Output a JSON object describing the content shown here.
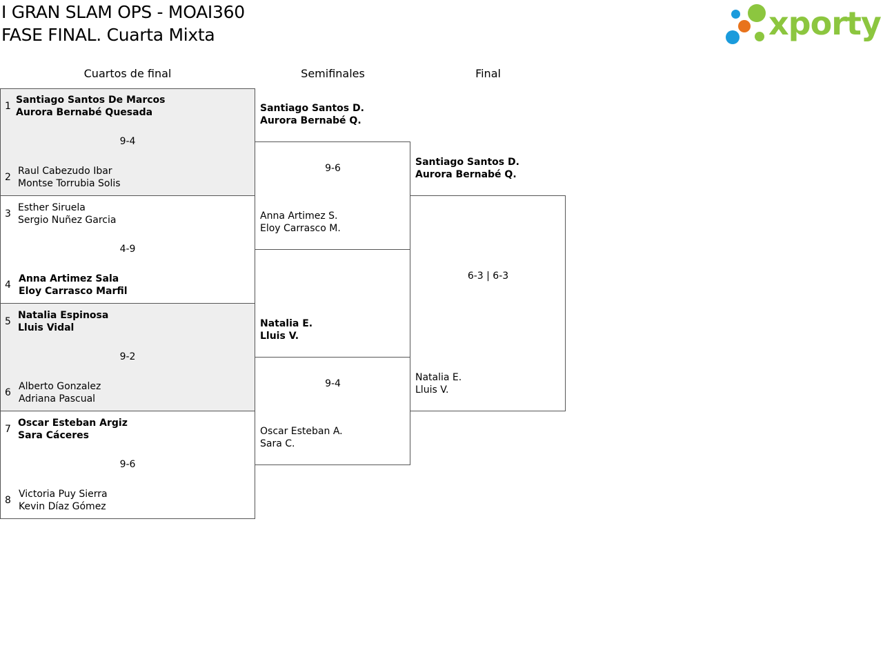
{
  "header": {
    "title_line1": "I GRAN SLAM OPS - MOAI360",
    "title_line2": "FASE FINAL. Cuarta Mixta",
    "logo_text": "xporty",
    "logo_colors": {
      "green": "#8cc63f",
      "blue": "#1a9bdc",
      "orange": "#e8731c"
    }
  },
  "rounds": {
    "quarterfinals": "Cuartos de final",
    "semifinals": "Semifinales",
    "final": "Final"
  },
  "quarterfinals": [
    {
      "seed_a": "1",
      "a1": "Santiago Santos De Marcos",
      "a2": "Aurora Bernabé Quesada",
      "score": "9-4",
      "seed_b": "2",
      "b1": "Raul Cabezudo Ibar",
      "b2": "Montse Torrubia Solis",
      "winner": "a"
    },
    {
      "seed_a": "3",
      "a1": "Esther Siruela",
      "a2": "Sergio Nuñez Garcia",
      "score": "4-9",
      "seed_b": "4",
      "b1": "Anna Artimez Sala",
      "b2": "Eloy Carrasco Marfil",
      "winner": "b"
    },
    {
      "seed_a": "5",
      "a1": "Natalia Espinosa",
      "a2": "Lluis Vidal",
      "score": "9-2",
      "seed_b": "6",
      "b1": "Alberto Gonzalez",
      "b2": "Adriana Pascual",
      "winner": "a"
    },
    {
      "seed_a": "7",
      "a1": "Oscar Esteban Argiz",
      "a2": "Sara Cáceres",
      "score": "9-6",
      "seed_b": "8",
      "b1": "Victoria Puy Sierra",
      "b2": "Kevin Díaz Gómez",
      "winner": "a"
    }
  ],
  "semifinals": [
    {
      "a1": "Santiago Santos D.",
      "a2": "Aurora Bernabé Q.",
      "score": "9-6",
      "b1": "Anna Artimez S.",
      "b2": "Eloy Carrasco M.",
      "winner": "a"
    },
    {
      "a1": "Natalia E.",
      "a2": "Lluis V.",
      "score": "9-4",
      "b1": "Oscar Esteban A.",
      "b2": "Sara C.",
      "winner": "a"
    }
  ],
  "final": {
    "a1": "Santiago Santos D.",
    "a2": "Aurora Bernabé Q.",
    "score": "6-3 | 6-3",
    "b1": "Natalia E.",
    "b2": "Lluis V.",
    "winner": "a"
  }
}
